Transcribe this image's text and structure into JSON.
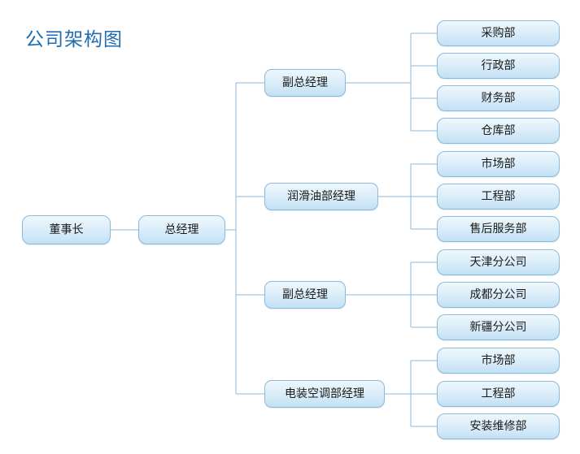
{
  "page": {
    "title": "公司架构图",
    "title_color": "#1f6cb0",
    "background_color": "#ffffff"
  },
  "style": {
    "node_border_color": "#8cb9d8",
    "node_fill_top": "#eef7fc",
    "node_fill_bottom": "#c3e0f4",
    "connector_color": "#8cb9d8",
    "text_color": "#1a1a1a"
  },
  "chart_data": {
    "type": "diagram",
    "diagram_kind": "organization-chart",
    "orientation": "left-to-right",
    "title": "公司架构图",
    "root": {
      "label": "董事长",
      "children": [
        {
          "label": "总经理",
          "children": [
            {
              "label": "副总经理",
              "children": [
                {
                  "label": "采购部"
                },
                {
                  "label": "行政部"
                },
                {
                  "label": "财务部"
                },
                {
                  "label": "仓库部"
                }
              ]
            },
            {
              "label": "润滑油部经理",
              "children": [
                {
                  "label": "市场部"
                },
                {
                  "label": "工程部"
                },
                {
                  "label": "售后服务部"
                }
              ]
            },
            {
              "label": "副总经理",
              "children": [
                {
                  "label": "天津分公司"
                },
                {
                  "label": "成都分公司"
                },
                {
                  "label": "新疆分公司"
                }
              ]
            },
            {
              "label": "电装空调部经理",
              "children": [
                {
                  "label": "市场部"
                },
                {
                  "label": "工程部"
                },
                {
                  "label": "安装维修部"
                }
              ]
            }
          ]
        }
      ]
    }
  },
  "nodes": {
    "chairman": {
      "label": "董事长"
    },
    "general_manager": {
      "label": "总经理"
    },
    "managers": [
      {
        "label": "副总经理"
      },
      {
        "label": "润滑油部经理"
      },
      {
        "label": "副总经理"
      },
      {
        "label": "电装空调部经理"
      }
    ],
    "departments": {
      "group1": [
        {
          "label": "采购部"
        },
        {
          "label": "行政部"
        },
        {
          "label": "财务部"
        },
        {
          "label": "仓库部"
        }
      ],
      "group2": [
        {
          "label": "市场部"
        },
        {
          "label": "工程部"
        },
        {
          "label": "售后服务部"
        }
      ],
      "group3": [
        {
          "label": "天津分公司"
        },
        {
          "label": "成都分公司"
        },
        {
          "label": "新疆分公司"
        }
      ],
      "group4": [
        {
          "label": "市场部"
        },
        {
          "label": "工程部"
        },
        {
          "label": "安装维修部"
        }
      ]
    }
  }
}
